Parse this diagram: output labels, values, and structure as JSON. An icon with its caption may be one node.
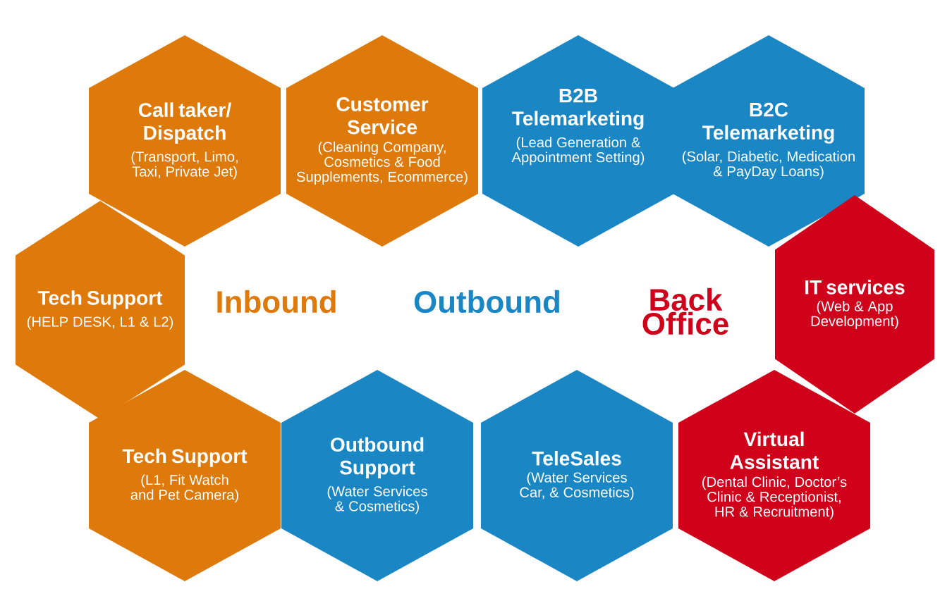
{
  "diagram": {
    "nodes": [
      {
        "text": [
          "Call taker/ Dispatch",
          "(Transport, Limo, Taxi, Private Jet)"
        ]
      },
      {
        "text": [
          "Customer Service",
          "(Cleaning Company, Cosmetics & Food Supplements, Ecommerce)"
        ]
      },
      {
        "text": [
          "B2B Telemarketing",
          "(Lead Generation & Appointment Setting)"
        ]
      },
      {
        "text": [
          "B2C Telemarketing",
          "(Solar, Diabetic, Medication & PayDay Loans)"
        ]
      },
      {
        "text": [
          "Tech Support",
          "(HELP DESK, L1 & L2)"
        ]
      },
      {
        "text": [
          "IT services",
          "(Web & App Development)"
        ]
      },
      {
        "text": [
          "Tech Support",
          "(L1, Fit Watch and Pet Camera)"
        ]
      },
      {
        "text": [
          "Outbound Support",
          "(Water Services & Cosmetics)"
        ]
      },
      {
        "text": [
          "TeleSales",
          "(Water Services Car, & Cosmetics)"
        ]
      },
      {
        "text": [
          "Virtual Assistant",
          "(Dental Clinic, Doctor’s Clinic & Receptionist, HR & Recruitment)"
        ]
      }
    ],
    "labels": [
      "Inbound",
      "Outbound",
      "Back Office"
    ]
  }
}
